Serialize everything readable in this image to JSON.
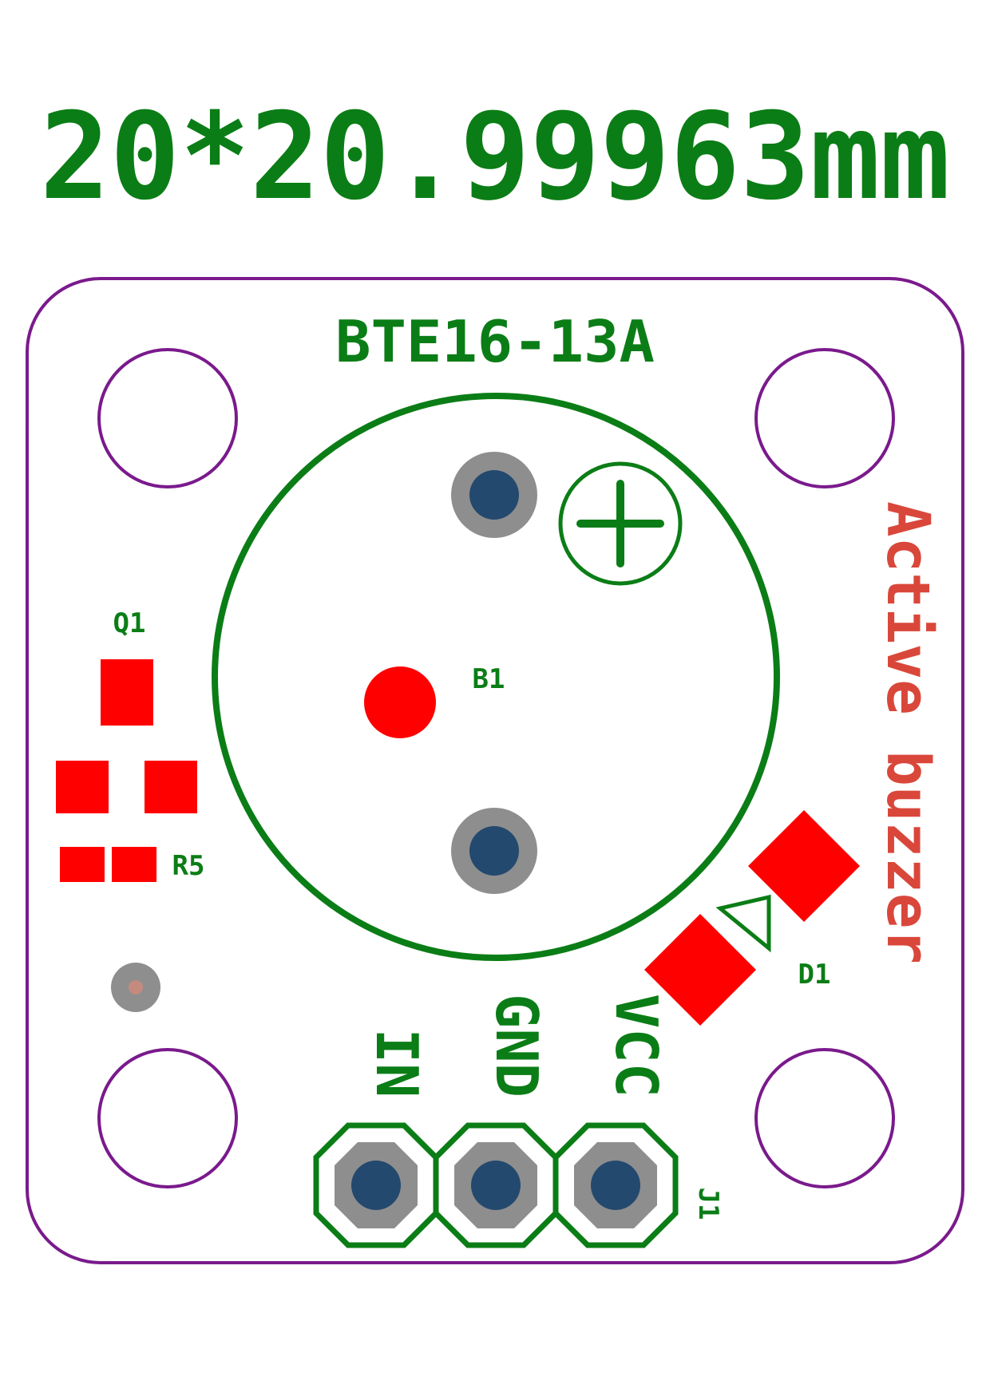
{
  "diagram": {
    "dimension_label": "20*20.99963mm",
    "board_part_label": "BTE16-13A",
    "side_label": "Active buzzer",
    "component_labels": {
      "q1": "Q1",
      "b1": "B1",
      "r5": "R5",
      "d1": "D1",
      "j1": "J1"
    },
    "pin_labels": [
      "IN",
      "GND",
      "VCC"
    ],
    "polarity_symbol": "+"
  },
  "colors": {
    "silkscreen": "#0b7d16",
    "outline": "#7a1a8c",
    "pad": "#ff0000",
    "side_label": "#d9473a",
    "via_ring": "#8e8e8e",
    "drill": "#24496e"
  }
}
